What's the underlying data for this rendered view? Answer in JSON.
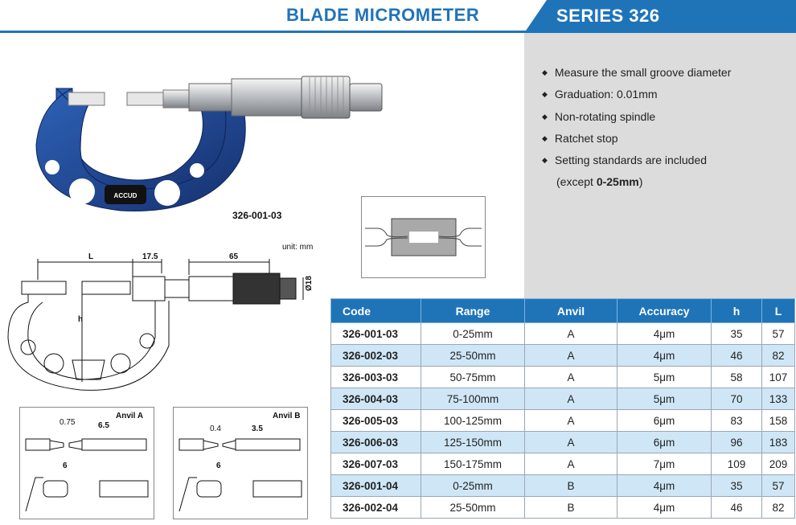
{
  "header": {
    "title": "BLADE MICROMETER",
    "series": "SERIES 326"
  },
  "features": [
    "Measure the small groove diameter",
    "Graduation: 0.01mm",
    "Non-rotating spindle",
    "Ratchet stop",
    "Setting standards are included"
  ],
  "feature_note": {
    "prefix": "(except ",
    "bold": "0-25mm",
    "suffix": ")"
  },
  "photo": {
    "model_label": "326-001-03",
    "brand": "ACCUD"
  },
  "drawing": {
    "unit": "unit: mm",
    "dim_L": "L",
    "dim_17_5": "17.5",
    "dim_65": "65",
    "dim_h": "h",
    "dim_dia": "Ø18"
  },
  "anvil_a": {
    "title": "Anvil A",
    "d1": "0.75",
    "d2": "6.5",
    "d3": "6"
  },
  "anvil_b": {
    "title": "Anvil B",
    "d1": "0.4",
    "d2": "3.5",
    "d3": "6"
  },
  "table": {
    "headers": [
      "Code",
      "Range",
      "Anvil",
      "Accuracy",
      "h",
      "L"
    ],
    "rows": [
      [
        "326-001-03",
        "0-25mm",
        "A",
        "4μm",
        "35",
        "57"
      ],
      [
        "326-002-03",
        "25-50mm",
        "A",
        "4μm",
        "46",
        "82"
      ],
      [
        "326-003-03",
        "50-75mm",
        "A",
        "5μm",
        "58",
        "107"
      ],
      [
        "326-004-03",
        "75-100mm",
        "A",
        "5μm",
        "70",
        "133"
      ],
      [
        "326-005-03",
        "100-125mm",
        "A",
        "6μm",
        "83",
        "158"
      ],
      [
        "326-006-03",
        "125-150mm",
        "A",
        "6μm",
        "96",
        "183"
      ],
      [
        "326-007-03",
        "150-175mm",
        "A",
        "7μm",
        "109",
        "209"
      ],
      [
        "326-001-04",
        "0-25mm",
        "B",
        "4μm",
        "35",
        "57"
      ],
      [
        "326-002-04",
        "25-50mm",
        "B",
        "4μm",
        "46",
        "82"
      ]
    ]
  },
  "colors": {
    "brand_blue": "#1f74b8",
    "row_alt": "#cfe6f6",
    "panel_grey": "#dcdcdc",
    "frame_blue": "#1d4a9c"
  }
}
